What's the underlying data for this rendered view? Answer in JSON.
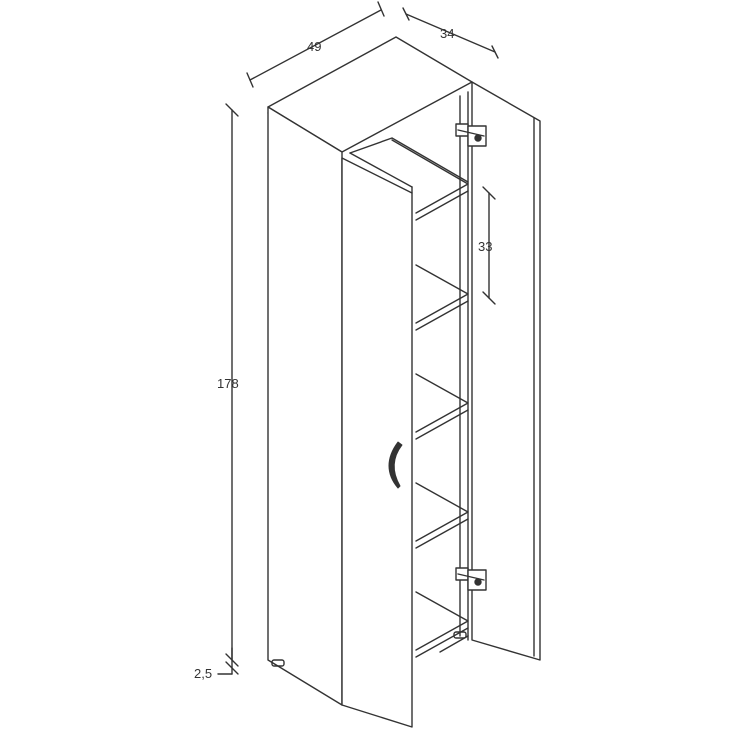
{
  "dimensions": {
    "width": "49",
    "depth": "34",
    "height": "178",
    "shelf_spacing": "33",
    "plinth": "2,5"
  },
  "colors": {
    "line": "#333333",
    "background": "#ffffff"
  },
  "icons": {
    "hinge": "hinge-icon",
    "handle": "door-handle-icon",
    "foot": "foot-icon"
  }
}
